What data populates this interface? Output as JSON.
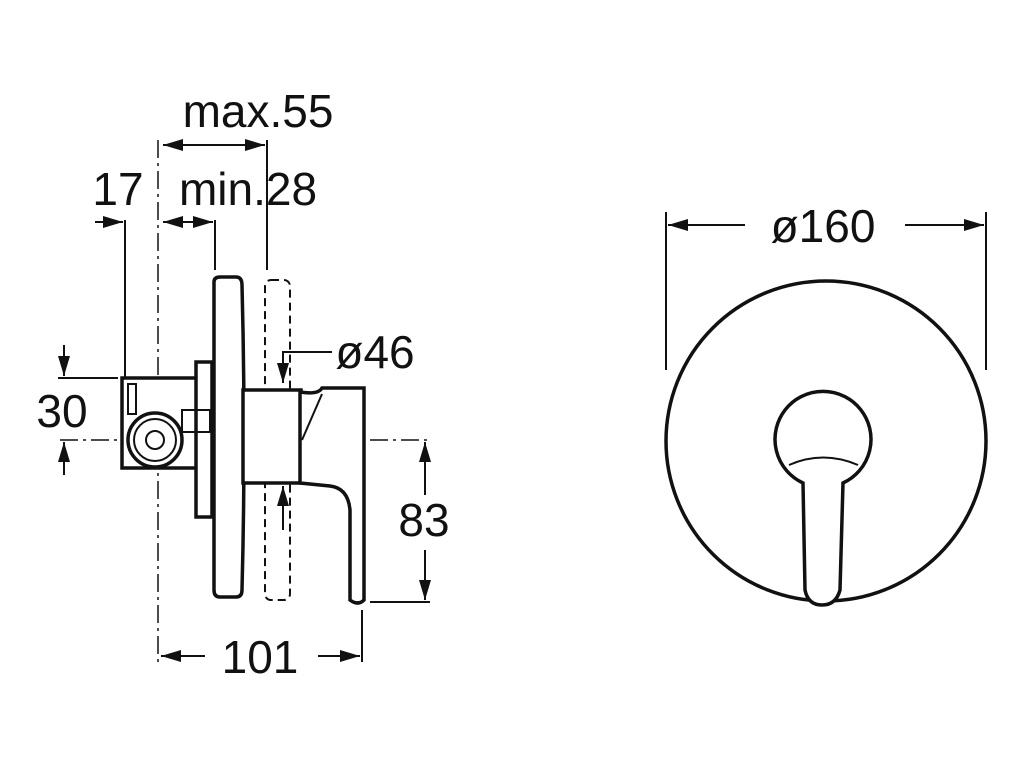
{
  "side_view": {
    "dim_max_depth": "max.55",
    "dim_min_depth": "min.28",
    "dim_offset": "17",
    "dim_body_height": "30",
    "dim_diameter": "ø46",
    "dim_handle_height": "83",
    "dim_total_length": "101"
  },
  "front_view": {
    "dim_plate_diameter": "ø160"
  }
}
